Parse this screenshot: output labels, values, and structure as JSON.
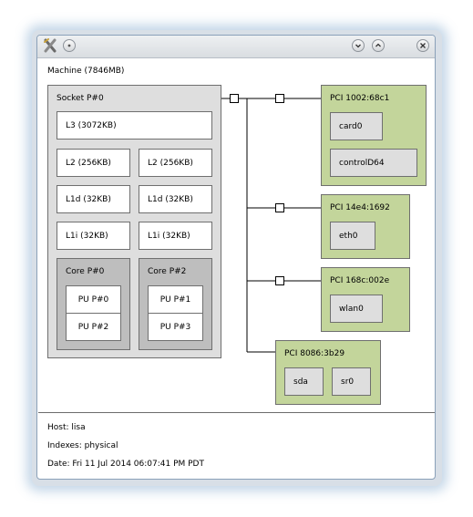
{
  "window": {
    "close_symbol": "✕"
  },
  "machine": {
    "label": "Machine (7846MB)",
    "socket": {
      "label": "Socket P#0",
      "l3": "L3 (3072KB)",
      "l2": [
        "L2 (256KB)",
        "L2 (256KB)"
      ],
      "l1d": [
        "L1d (32KB)",
        "L1d (32KB)"
      ],
      "l1i": [
        "L1i (32KB)",
        "L1i (32KB)"
      ],
      "cores": [
        {
          "label": "Core P#0",
          "pus": [
            "PU P#0",
            "PU P#2"
          ]
        },
        {
          "label": "Core P#2",
          "pus": [
            "PU P#1",
            "PU P#3"
          ]
        }
      ]
    },
    "pci": [
      {
        "label": "PCI 1002:68c1",
        "devices": [
          "card0",
          "controlD64"
        ]
      },
      {
        "label": "PCI 14e4:1692",
        "devices": [
          "eth0"
        ]
      },
      {
        "label": "PCI 168c:002e",
        "devices": [
          "wlan0"
        ]
      },
      {
        "label": "PCI 8086:3b29",
        "devices": [
          "sda",
          "sr0"
        ]
      }
    ]
  },
  "legend": {
    "host": "Host: lisa",
    "indexes": "Indexes: physical",
    "date": "Date: Fri 11 Jul 2014 06:07:41 PM PDT"
  },
  "colors": {
    "socket": "#dedede",
    "core": "#bebebe",
    "pci": "#c3d59b",
    "device": "#dedede"
  }
}
